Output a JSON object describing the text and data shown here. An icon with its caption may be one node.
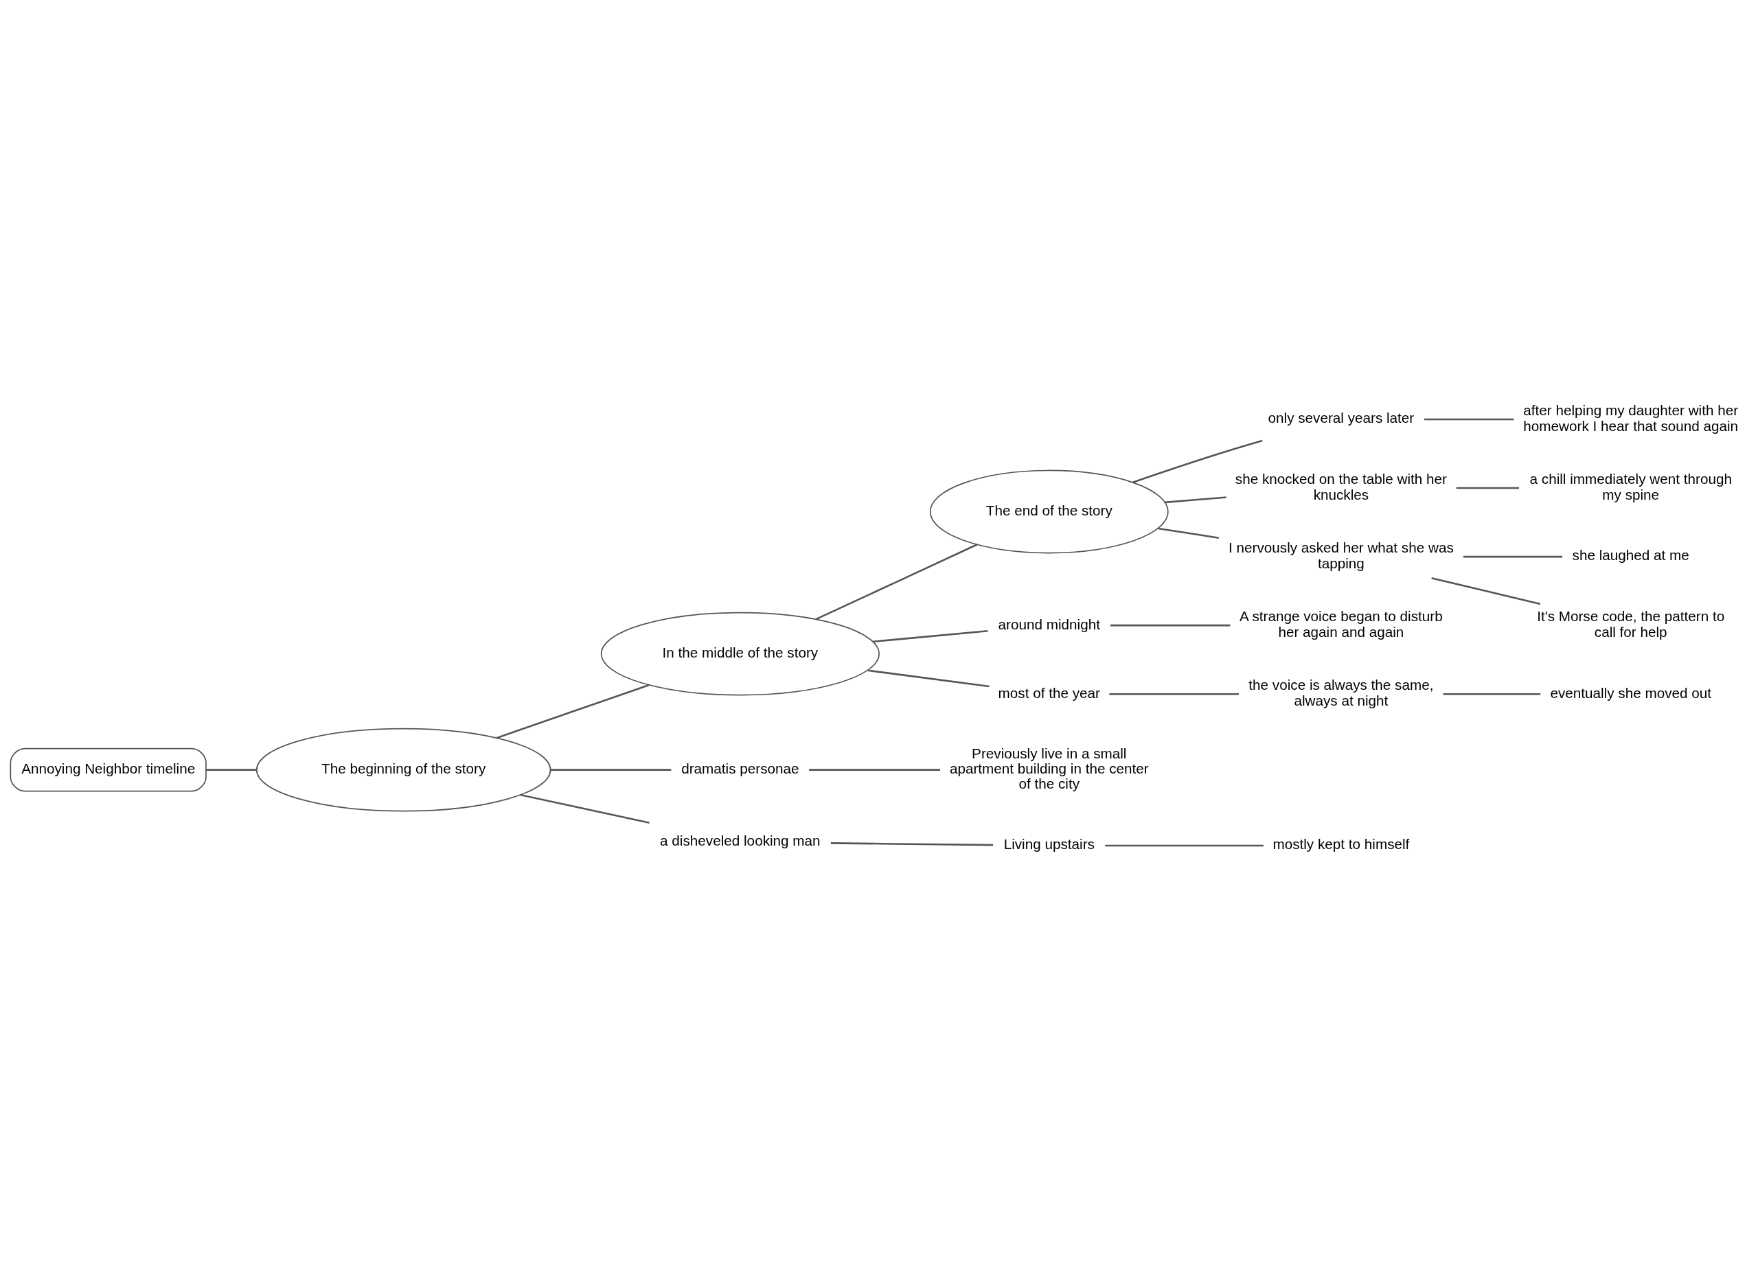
{
  "diagram": {
    "nodes": [
      {
        "text": [
          "Annoying Neighbor timeline"
        ]
      },
      {
        "text": [
          "The beginning of the story"
        ]
      },
      {
        "text": [
          "In the middle of the story"
        ]
      },
      {
        "text": [
          "The end of the story"
        ]
      },
      {
        "text": [
          "dramatis personae"
        ]
      },
      {
        "text": [
          "Previously live in a small apartment building in the center of the city"
        ]
      },
      {
        "text": [
          "a disheveled looking man"
        ]
      },
      {
        "text": [
          "Living upstairs"
        ]
      },
      {
        "text": [
          "mostly kept to himself"
        ]
      },
      {
        "text": [
          "only several years later"
        ]
      },
      {
        "text": [
          "after helping my daughter with her homework I hear that sound again"
        ]
      },
      {
        "text": [
          "she knocked on the table with her knuckles"
        ]
      },
      {
        "text": [
          "a chill immediately went through my spine"
        ]
      },
      {
        "text": [
          "I nervously asked her what she was tapping"
        ]
      },
      {
        "text": [
          "she laughed at me"
        ]
      },
      {
        "text": [
          "It's Morse code, the pattern to call for help"
        ]
      },
      {
        "text": [
          "around midnight"
        ]
      },
      {
        "text": [
          "A strange voice began to disturb her again and again"
        ]
      },
      {
        "text": [
          "most of the year"
        ]
      },
      {
        "text": [
          "the voice is always the same, always at night"
        ]
      },
      {
        "text": [
          "eventually she moved out"
        ]
      }
    ],
    "edges": [
      {
        "from": 0,
        "to": 1,
        "arrow": "none"
      },
      {
        "from": 1,
        "to": 2,
        "arrow": "none"
      },
      {
        "from": 2,
        "to": 3,
        "arrow": "none"
      },
      {
        "from": 1,
        "to": 4,
        "arrow": "none"
      },
      {
        "from": 4,
        "to": 5,
        "arrow": "none"
      },
      {
        "from": 1,
        "to": 6,
        "arrow": "none"
      },
      {
        "from": 6,
        "to": 7,
        "arrow": "none"
      },
      {
        "from": 7,
        "to": 8,
        "arrow": "none"
      },
      {
        "from": 3,
        "to": 9,
        "arrow": "none"
      },
      {
        "from": 9,
        "to": 10,
        "arrow": "none"
      },
      {
        "from": 3,
        "to": 11,
        "arrow": "none"
      },
      {
        "from": 11,
        "to": 12,
        "arrow": "none"
      },
      {
        "from": 3,
        "to": 13,
        "arrow": "none"
      },
      {
        "from": 13,
        "to": 14,
        "arrow": "none"
      },
      {
        "from": 13,
        "to": 15,
        "arrow": "none"
      },
      {
        "from": 2,
        "to": 16,
        "arrow": "none"
      },
      {
        "from": 16,
        "to": 17,
        "arrow": "none"
      },
      {
        "from": 2,
        "to": 18,
        "arrow": "none"
      },
      {
        "from": 18,
        "to": 19,
        "arrow": "none"
      },
      {
        "from": 19,
        "to": 20,
        "arrow": "none"
      }
    ]
  }
}
